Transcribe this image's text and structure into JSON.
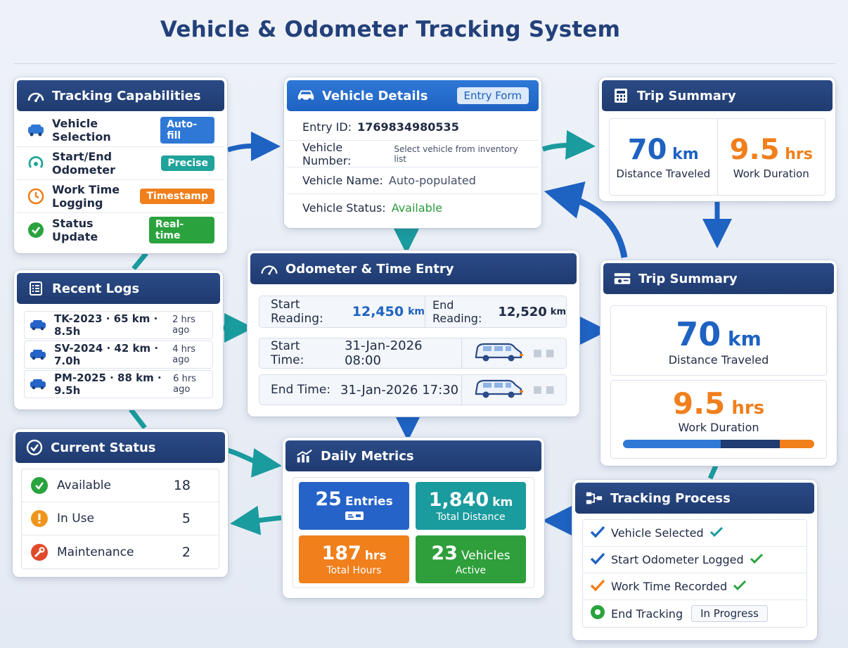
{
  "title": "Vehicle & Odometer Tracking System",
  "tracking_capabilities": {
    "title": "Tracking Capabilities",
    "items": [
      {
        "label": "Vehicle Selection",
        "badge": "Auto-fill",
        "color": "#2f78d6",
        "icon": "car-icon"
      },
      {
        "label": "Start/End Odometer",
        "badge": "Precise",
        "color": "#1fa39a",
        "icon": "odometer-icon"
      },
      {
        "label": "Work Time Logging",
        "badge": "Timestamp",
        "color": "#f07f1c",
        "icon": "clock-icon"
      },
      {
        "label": "Status Update",
        "badge": "Real-time",
        "color": "#2aa33f",
        "icon": "check-icon"
      }
    ]
  },
  "vehicle_details": {
    "title": "Vehicle Details",
    "badge": "Entry Form",
    "rows": [
      {
        "label": "Entry ID:",
        "value": "1769834980535"
      },
      {
        "label": "Vehicle Number:",
        "value": "Select vehicle from inventory list"
      },
      {
        "label": "Vehicle Name:",
        "value": "Auto-populated"
      },
      {
        "label": "Vehicle Status:",
        "value": "Available"
      }
    ]
  },
  "trip_summary_top": {
    "title": "Trip Summary",
    "distance_value": "70",
    "distance_unit": "km",
    "distance_label": "Distance Traveled",
    "duration_value": "9.5",
    "duration_unit": "hrs",
    "duration_label": "Work Duration"
  },
  "recent_logs": {
    "title": "Recent Logs",
    "items": [
      {
        "text": "TK-2023 · 65 km · 8.5h",
        "ago": "2 hrs ago"
      },
      {
        "text": "SV-2024 · 42 km · 7.0h",
        "ago": "4 hrs ago"
      },
      {
        "text": "PM-2025 · 88 km · 9.5h",
        "ago": "6 hrs ago"
      }
    ]
  },
  "odometer_entry": {
    "title": "Odometer & Time Entry",
    "start_reading_label": "Start Reading:",
    "start_reading_value": "12,450",
    "start_reading_unit": "km",
    "end_reading_label": "End Reading:",
    "end_reading_value": "12,520",
    "end_reading_unit": "km",
    "start_time_label": "Start Time:",
    "start_time_value": "31-Jan-2026 08:00",
    "end_time_label": "End Time:",
    "end_time_value": "31-Jan-2026 17:30"
  },
  "trip_summary_right": {
    "title": "Trip Summary",
    "distance_value": "70",
    "distance_unit": "km",
    "distance_label": "Distance Traveled",
    "duration_value": "9.5",
    "duration_unit": "hrs",
    "duration_label": "Work Duration",
    "progress_segments": [
      {
        "fraction": 0.51,
        "color": "#2f78d6"
      },
      {
        "fraction": 0.31,
        "color": "#1f3b70"
      },
      {
        "fraction": 0.18,
        "color": "#f07f1c"
      }
    ]
  },
  "current_status": {
    "title": "Current Status",
    "items": [
      {
        "label": "Available",
        "count": "18",
        "color": "#2aa33f",
        "icon": "check-icon"
      },
      {
        "label": "In Use",
        "count": "5",
        "color": "#f0951c",
        "icon": "info-icon"
      },
      {
        "label": "Maintenance",
        "count": "2",
        "color": "#e04a2a",
        "icon": "wrench-icon"
      }
    ]
  },
  "daily_metrics": {
    "title": "Daily Metrics",
    "tiles": [
      {
        "value": "25",
        "unit": "Entries",
        "sub": "",
        "color": "#2563c9"
      },
      {
        "value": "1,840",
        "unit": "km",
        "sub": "Total Distance",
        "color": "#1a9b9e"
      },
      {
        "value": "187",
        "unit": "hrs",
        "sub": "Total Hours",
        "color": "#f07f1c"
      },
      {
        "value": "23",
        "unit": "Vehicles",
        "sub": "Active",
        "color": "#2e9f3a"
      }
    ]
  },
  "tracking_process": {
    "title": "Tracking Process",
    "steps": [
      {
        "label": "Vehicle Selected",
        "mark_color": "#1e62c2",
        "done": true
      },
      {
        "label": "Start Odometer Logged",
        "mark_color": "#1e62c2",
        "done": true
      },
      {
        "label": "Work Time Recorded",
        "mark_color": "#f07f1c",
        "done": true
      },
      {
        "label": "End Tracking",
        "mark_color": "#2aa33f",
        "done": false,
        "badge": "In Progress"
      }
    ]
  }
}
